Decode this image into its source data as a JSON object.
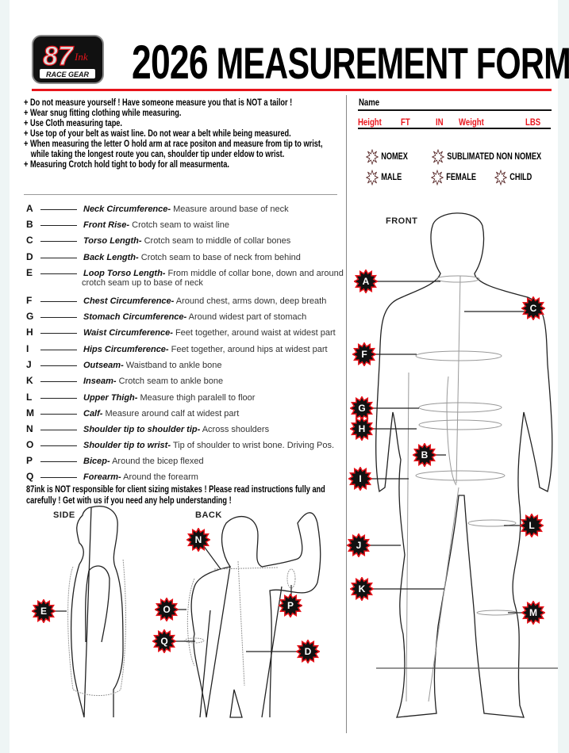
{
  "header": {
    "logo_text": "87ink RACE GEAR",
    "year": "2026",
    "title": "MEASUREMENT FORM"
  },
  "instructions": [
    "Do not measure yourself ! Have someone measure you that is NOT a tailor !",
    "Wear snug fitting clothing while measuring.",
    "Use Cloth measuring tape.",
    "Use top of your belt as waist line. Do not wear a belt while being measured.",
    "When measuring the letter O hold arm at race positon and measure from tip to wrist,",
    "while taking the longest route you can, shoulder tip under eldow to wrist.",
    "Measuring Crotch hold tight to body for all measurmenta."
  ],
  "fields": {
    "name": "Name",
    "height": "Height",
    "ft": "FT",
    "in": "IN",
    "weight": "Weight",
    "lbs": "LBS"
  },
  "options": {
    "nomex": "NOMEX",
    "sublimated": "SUBLIMATED NON NOMEX",
    "male": "MALE",
    "female": "FEMALE",
    "child": "CHILD"
  },
  "measurements": [
    {
      "letter": "A",
      "name": "Neck Circumference-",
      "desc": " Measure around base of neck"
    },
    {
      "letter": "B",
      "name": "Front Rise-",
      "desc": " Crotch seam to waist line"
    },
    {
      "letter": "C",
      "name": "Torso Length-",
      "desc": " Crotch seam to middle of collar bones"
    },
    {
      "letter": "D",
      "name": "Back Length-",
      "desc": " Crotch seam to base of neck from behind"
    },
    {
      "letter": "E",
      "name": "Loop Torso Length-",
      "desc": " From middle of collar bone, down and around",
      "desc2": "crotch seam up to base of neck"
    },
    {
      "letter": "F",
      "name": "Chest Circumference-",
      "desc": " Around chest, arms down, deep breath"
    },
    {
      "letter": "G",
      "name": "Stomach Circumference-",
      "desc": " Around widest part of stomach"
    },
    {
      "letter": "H",
      "name": "Waist Circumference-",
      "desc": " Feet together, around waist at widest part"
    },
    {
      "letter": "I",
      "name": "Hips Circumference-",
      "desc": " Feet together, around hips at widest part"
    },
    {
      "letter": "J",
      "name": "Outseam-",
      "desc": " Waistband to ankle bone"
    },
    {
      "letter": "K",
      "name": "Inseam-",
      "desc": " Crotch seam to ankle bone"
    },
    {
      "letter": "L",
      "name": "Upper Thigh-",
      "desc": " Measure thigh paralell to floor"
    },
    {
      "letter": "M",
      "name": "Calf-",
      "desc": " Measure around calf at widest part"
    },
    {
      "letter": "N",
      "name": "Shoulder tip to shoulder tip-",
      "desc": " Across shoulders"
    },
    {
      "letter": "O",
      "name": "Shoulder tip to wrist-",
      "desc": " Tip of shoulder to wrist bone. Driving Pos."
    },
    {
      "letter": "P",
      "name": "Bicep-",
      "desc": " Around the bicep flexed"
    },
    {
      "letter": "Q",
      "name": "Forearm-",
      "desc": " Around the forearm"
    }
  ],
  "disclaimer": [
    "87ink is NOT responsible for client sizing mistakes ! Please read instructions fully and",
    "carefully ! Get with us if you need any help understanding !"
  ],
  "diagrams": {
    "front": "FRONT",
    "side": "SIDE",
    "back": "BACK"
  },
  "colors": {
    "accent": "#e8141b",
    "background": "#eef5f5"
  }
}
